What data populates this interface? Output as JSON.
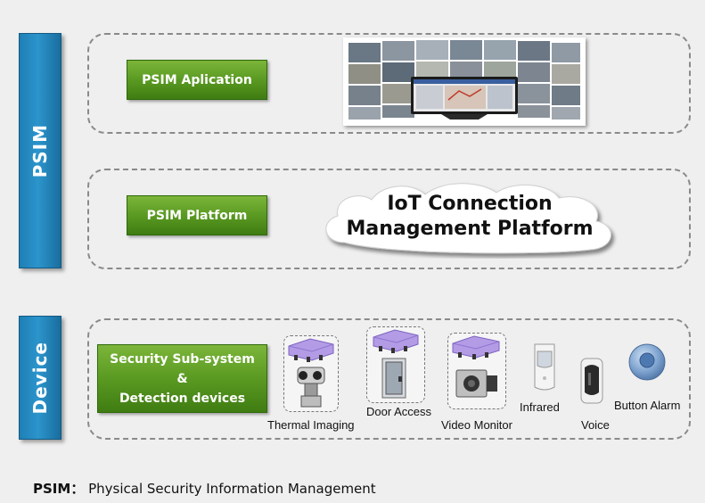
{
  "sidebars": {
    "psim": "PSIM",
    "device": "Device"
  },
  "layers": {
    "application": {
      "label": "PSIM Aplication"
    },
    "platform": {
      "label": "PSIM Platform",
      "cloud_line1": "IoT Connection",
      "cloud_line2": "Management Platform"
    },
    "device": {
      "label_line1": "Security Sub-system",
      "label_line2": "&",
      "label_line3": "Detection devices",
      "devices": [
        {
          "name": "Thermal Imaging"
        },
        {
          "name": "Door Access"
        },
        {
          "name": "Video Monitor"
        },
        {
          "name": "Infrared"
        },
        {
          "name": "Voice"
        },
        {
          "name": "Button Alarm"
        }
      ]
    }
  },
  "footer": {
    "abbr": "PSIM",
    "sep": "：",
    "text": "Physical Security Information Management"
  },
  "colors": {
    "sidebar": "#2b95cc",
    "green_button": "#5a9a22",
    "gateway_purple": "#a990e0"
  }
}
